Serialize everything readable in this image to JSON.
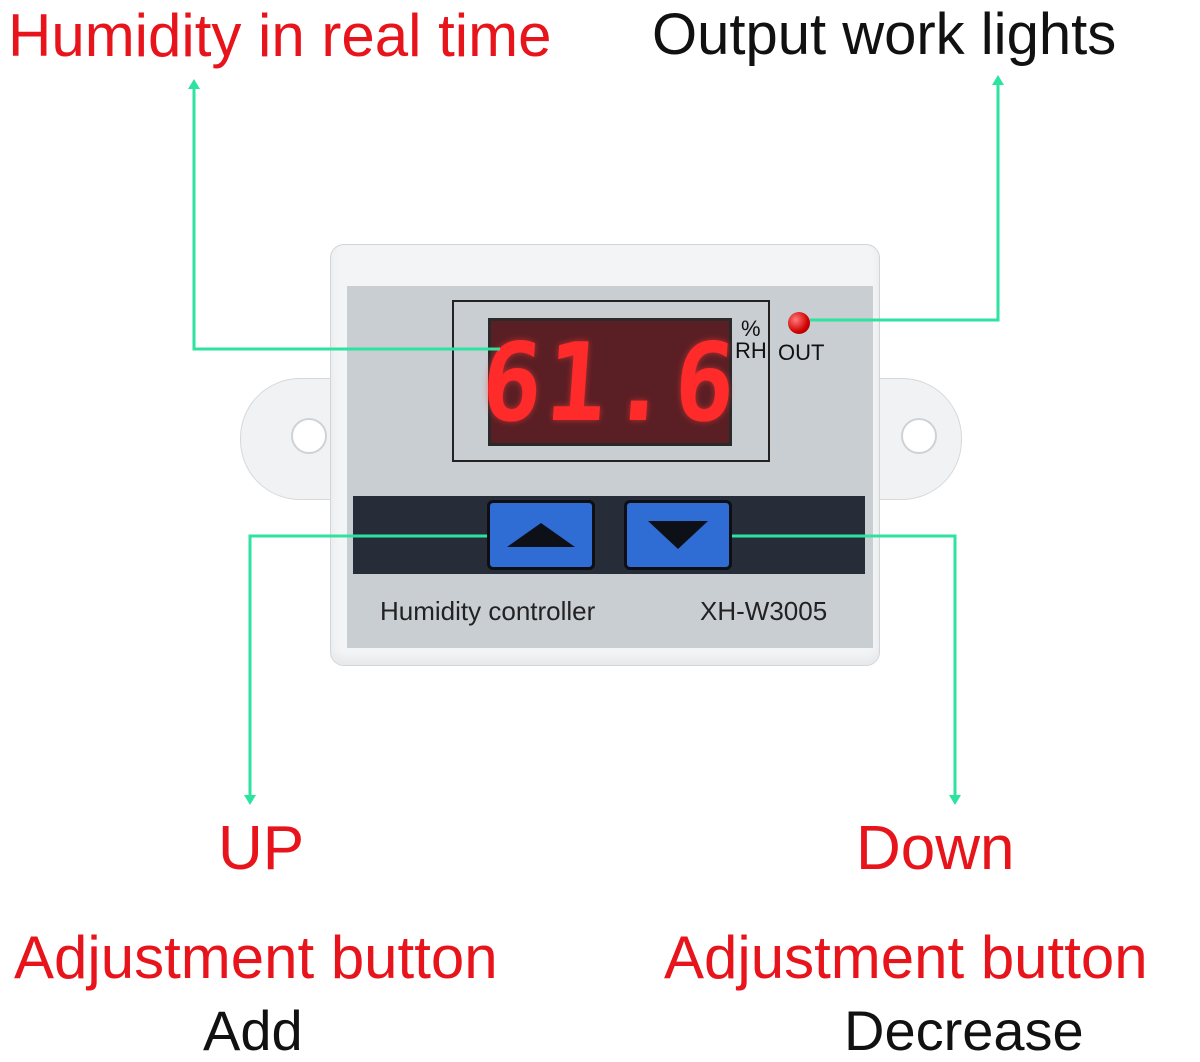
{
  "titles": {
    "humidity_realtime": "Humidity in real time",
    "output_lights": "Output work lights"
  },
  "device": {
    "display_value": "61.6",
    "unit_percent": "%",
    "unit_rh": "RH",
    "out_label": "OUT",
    "name": "Humidity controller",
    "model": "XH-W3005"
  },
  "buttons": {
    "up_title": "UP",
    "up_desc": "Adjustment button",
    "up_action": "Add",
    "down_title": "Down",
    "down_desc": "Adjustment button",
    "down_action": "Decrease"
  },
  "colors": {
    "label_red": "#e8141c",
    "arrow_green": "#2ee3a0",
    "led_red": "#ff2a2a",
    "button_blue": "#2f6cd3"
  }
}
